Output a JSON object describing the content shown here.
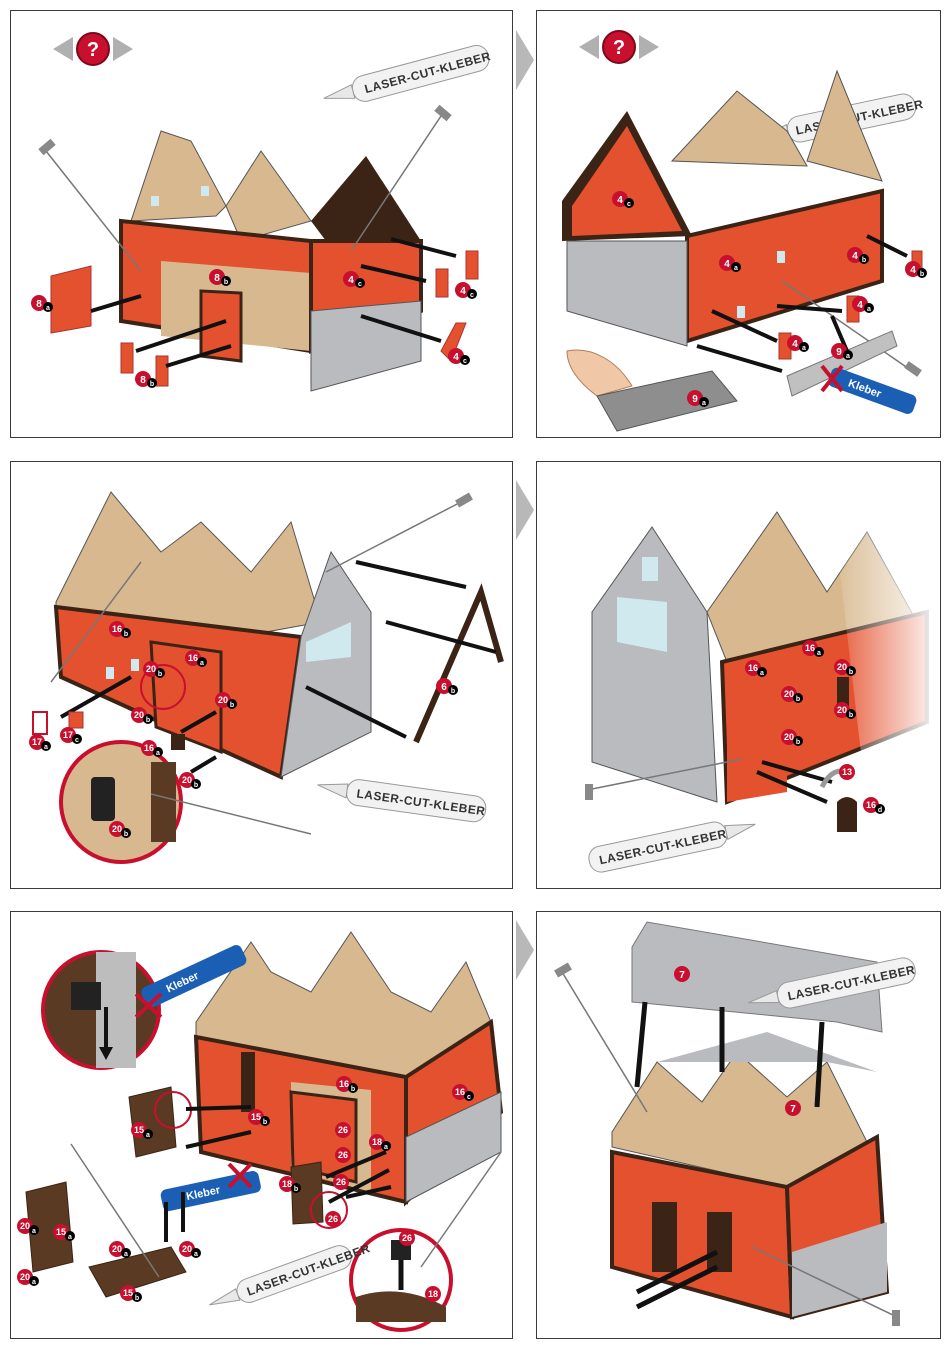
{
  "glue_label": "LASER-CUT-KLEBER",
  "kleber_label": "Kleber",
  "panels": [
    {
      "labels": [
        {
          "num": "8",
          "sub": "a"
        },
        {
          "num": "8",
          "sub": "b"
        },
        {
          "num": "8",
          "sub": "b"
        },
        {
          "num": "4",
          "sub": "c"
        },
        {
          "num": "4",
          "sub": "c"
        },
        {
          "num": "4",
          "sub": "c"
        }
      ]
    },
    {
      "labels": [
        {
          "num": "4",
          "sub": "c"
        },
        {
          "num": "4",
          "sub": "a"
        },
        {
          "num": "4",
          "sub": "b"
        },
        {
          "num": "4",
          "sub": "b"
        },
        {
          "num": "4",
          "sub": "a"
        },
        {
          "num": "4",
          "sub": "a"
        },
        {
          "num": "9",
          "sub": "a"
        },
        {
          "num": "9",
          "sub": "a"
        }
      ]
    },
    {
      "labels": [
        {
          "num": "16",
          "sub": "b"
        },
        {
          "num": "16",
          "sub": "a"
        },
        {
          "num": "20",
          "sub": "b"
        },
        {
          "num": "20",
          "sub": "b"
        },
        {
          "num": "20",
          "sub": "b"
        },
        {
          "num": "16",
          "sub": "a"
        },
        {
          "num": "20",
          "sub": "b"
        },
        {
          "num": "17",
          "sub": "a"
        },
        {
          "num": "17",
          "sub": "c"
        },
        {
          "num": "6",
          "sub": "b"
        },
        {
          "num": "20",
          "sub": "b"
        }
      ]
    },
    {
      "labels": [
        {
          "num": "16",
          "sub": "a"
        },
        {
          "num": "16",
          "sub": "a"
        },
        {
          "num": "20",
          "sub": "b"
        },
        {
          "num": "20",
          "sub": "b"
        },
        {
          "num": "20",
          "sub": "b"
        },
        {
          "num": "20",
          "sub": "b"
        },
        {
          "num": "13",
          "sub": ""
        },
        {
          "num": "16",
          "sub": "d"
        }
      ]
    },
    {
      "labels": [
        {
          "num": "16",
          "sub": "b"
        },
        {
          "num": "16",
          "sub": "c"
        },
        {
          "num": "15",
          "sub": "b"
        },
        {
          "num": "15",
          "sub": "a"
        },
        {
          "num": "26",
          "sub": ""
        },
        {
          "num": "26",
          "sub": ""
        },
        {
          "num": "18",
          "sub": "a"
        },
        {
          "num": "18",
          "sub": "b"
        },
        {
          "num": "26",
          "sub": ""
        },
        {
          "num": "26",
          "sub": ""
        },
        {
          "num": "20",
          "sub": "a"
        },
        {
          "num": "15",
          "sub": "a"
        },
        {
          "num": "20",
          "sub": "a"
        },
        {
          "num": "20",
          "sub": "a"
        },
        {
          "num": "20",
          "sub": "a"
        },
        {
          "num": "15",
          "sub": "b"
        },
        {
          "num": "26",
          "sub": ""
        },
        {
          "num": "18",
          "sub": ""
        }
      ]
    },
    {
      "labels": [
        {
          "num": "7",
          "sub": ""
        },
        {
          "num": "7",
          "sub": ""
        }
      ]
    }
  ],
  "colors": {
    "timber": "#3b2416",
    "infill": "#e4512e",
    "wood": "#d8b88e",
    "grey": "#b9bbbe",
    "badge": "#c8102e"
  }
}
